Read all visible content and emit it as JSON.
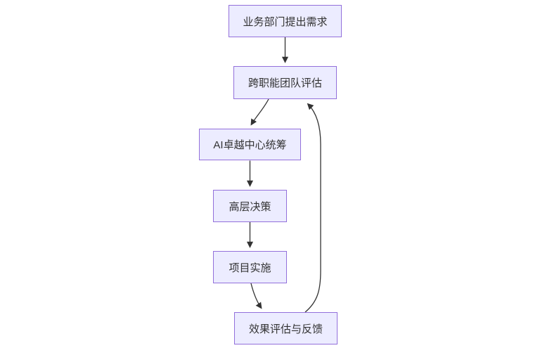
{
  "diagram": {
    "type": "flowchart",
    "direction": "top-down",
    "nodes": [
      {
        "id": "A",
        "label": "业务部门提出需求"
      },
      {
        "id": "B",
        "label": "跨职能团队评估"
      },
      {
        "id": "C",
        "label": "AI卓越中心统筹"
      },
      {
        "id": "D",
        "label": "高层决策"
      },
      {
        "id": "E",
        "label": "项目实施"
      },
      {
        "id": "F",
        "label": "效果评估与反馈"
      }
    ],
    "edges": [
      {
        "from": "业务部门提出需求",
        "to": "跨职能团队评估",
        "shape": "straight"
      },
      {
        "from": "跨职能团队评估",
        "to": "AI卓越中心统筹",
        "shape": "curved"
      },
      {
        "from": "AI卓越中心统筹",
        "to": "高层决策",
        "shape": "straight"
      },
      {
        "from": "高层决策",
        "to": "项目实施",
        "shape": "straight"
      },
      {
        "from": "项目实施",
        "to": "效果评估与反馈",
        "shape": "curved"
      },
      {
        "from": "效果评估与反馈",
        "to": "跨职能团队评估",
        "shape": "feedback-loop-right"
      }
    ],
    "colors": {
      "node_fill": "#ECECFF",
      "node_border": "#9370DB",
      "edge_stroke": "#333333",
      "arrowhead": "#333333",
      "text": "#333333",
      "background": "#FFFFFF"
    }
  }
}
